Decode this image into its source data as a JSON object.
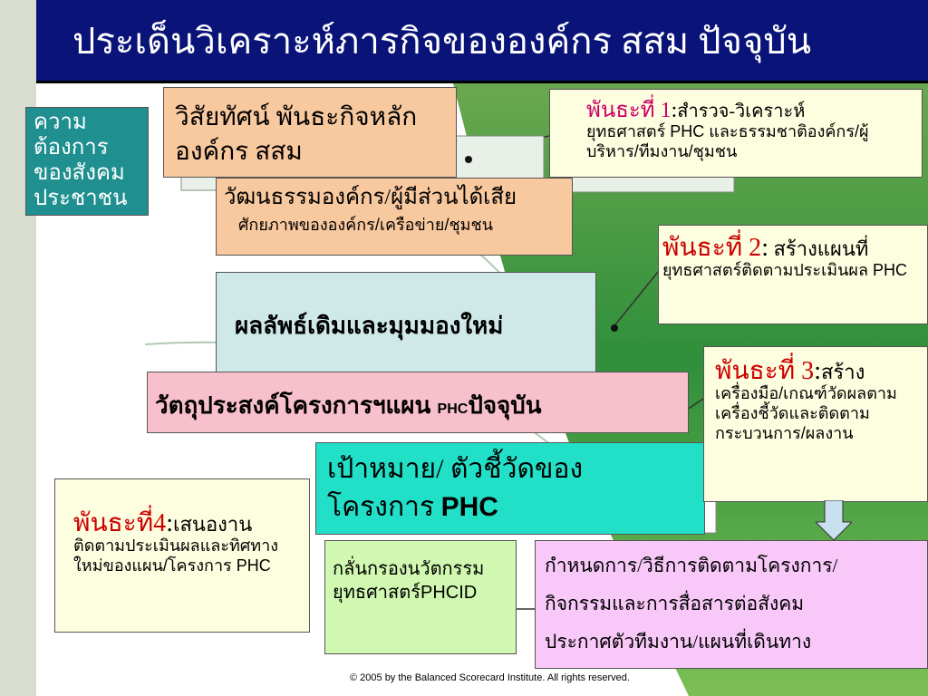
{
  "title": "ประเด็นวิเคราะห์ภารกิจขององค์กร สสม ปัจจุบัน",
  "need": {
    "text": "ความต้องการของสังคมประชาชน"
  },
  "vision": {
    "text": "วิสัยทัศน์ พันธะกิจหลักองค์กร สสม"
  },
  "culture": {
    "title": "วัฒนธรรมองค์กร/ผู้มีส่วนได้เสีย",
    "subtitle": "ศักยภาพขององค์กร/เครือข่าย/ชุมชน"
  },
  "results": {
    "text": "ผลลัพธ์เดิมและมุมมองใหม่"
  },
  "objective": {
    "text_prefix": "วัตถุประสงค์โครงการฯแผน ",
    "text_phc": "PHC",
    "text_suffix": "ปัจจุบัน"
  },
  "target": {
    "line1": "เป้าหมาย/ ตัวชี้วัดของ",
    "line2_prefix": "โครงการ ",
    "line2_phc": "PHC"
  },
  "missions": [
    {
      "label": "พันธะที่ 1",
      "colon": ":",
      "text_lead": "สำรวจ-วิเคราะห์",
      "text_body": "ยุทธศาสตร์ PHC และธรรมชาติองค์กร/ผู้บริหาร/ทีมงาน/ชุมชน"
    },
    {
      "label": "พันธะที่ 2",
      "colon": ":",
      "text_lead": " สร้างแผนที่",
      "text_body": "ยุทธศาสตร์ติดตามประเมินผล PHC"
    },
    {
      "label": "พันธะที่ 3",
      "colon": ":",
      "text_lead": "สร้าง",
      "text_body": "เครื่องมือ/เกณฑ์วัดผลตามเครื่องชี้วัดและติดตามกระบวนการ/ผลงาน"
    },
    {
      "label": "พันธะที่4",
      "colon": ":",
      "text_lead": "เสนองาน",
      "text_body": "ติดตามประเมินผลและทิศทางใหม่ของแผน/โครงการ PHC"
    }
  ],
  "innovation": {
    "text": "กลั่นกรองนวัตกรรมยุทธศาสตร์PHCID"
  },
  "action": {
    "lines": [
      "กำหนดการ/วิธีการติดตามโครงการ/",
      "กิจกรรมและการสื่อสารต่อสังคม",
      "ประกาศตัวทีมงาน/แผนที่เดินทาง"
    ]
  },
  "copyright": "© 2005 by the Balanced Scorecard Institute. All rights reserved.",
  "colors": {
    "title_bg": "#0a1478",
    "teal": "#1f8f8f",
    "peach": "#f8c89e",
    "yellow": "#fdfde0",
    "pink": "#f8c0cc",
    "aqua": "#22e0c8",
    "lime": "#d0f8b0",
    "magenta": "#f8c8f8",
    "mission_red": "#cc0000"
  }
}
